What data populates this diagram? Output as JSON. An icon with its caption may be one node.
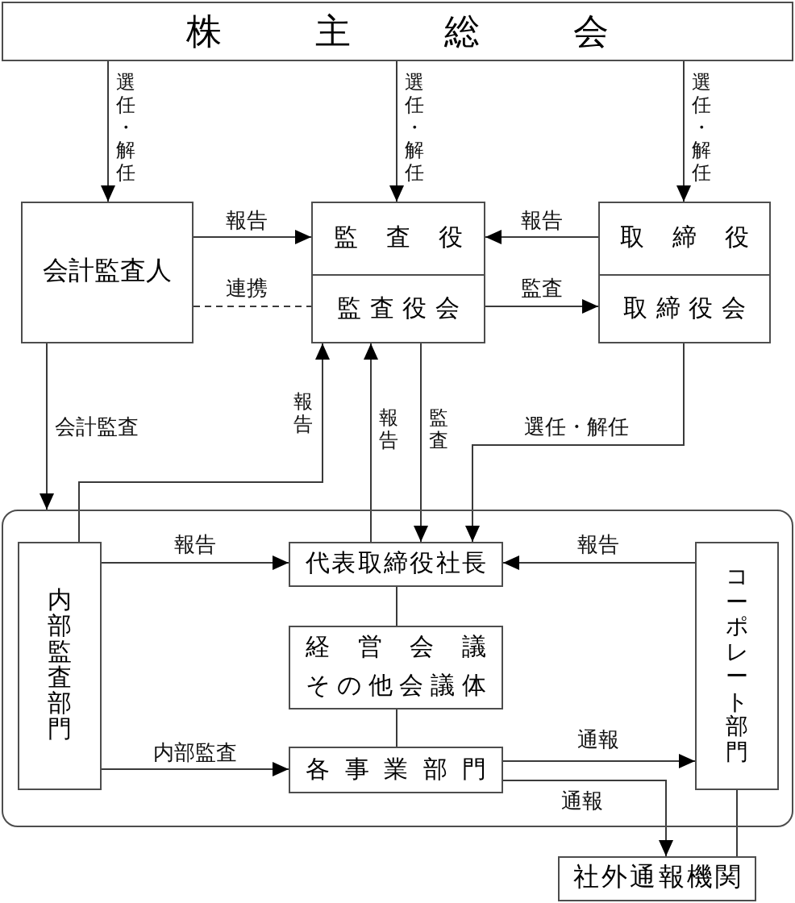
{
  "diagram": {
    "nodes": [
      {
        "text": [
          "株主総会"
        ]
      },
      {
        "text": [
          "会計監査人"
        ]
      },
      {
        "text": [
          "監査役"
        ]
      },
      {
        "text": [
          "監査役会"
        ]
      },
      {
        "text": [
          "取締役"
        ]
      },
      {
        "text": [
          "取締役会"
        ]
      },
      {
        "text": [],
        "shape": "box"
      },
      {
        "text": [
          "内部監査部門"
        ],
        "in": 6
      },
      {
        "text": [
          "代表取締役社長"
        ],
        "in": 6
      },
      {
        "text": [
          "経営会議",
          "その他会議体"
        ],
        "in": 6
      },
      {
        "text": [
          "各事業部門"
        ],
        "in": 6
      },
      {
        "text": [
          "コーポレート部門"
        ],
        "in": 6
      },
      {
        "text": [
          "社外通報機関"
        ]
      }
    ],
    "edges": [
      {
        "from": 0,
        "to": 1,
        "arrow": "to",
        "label": "選任・解任"
      },
      {
        "from": 0,
        "to": 2,
        "arrow": "to",
        "label": "選任・解任"
      },
      {
        "from": 0,
        "to": 4,
        "arrow": "to",
        "label": "選任・解任"
      },
      {
        "from": 1,
        "to": 2,
        "arrow": "to",
        "label": "報告"
      },
      {
        "from": 1,
        "to": 3,
        "arrow": "none",
        "label": "連携",
        "style": "dashed"
      },
      {
        "from": 4,
        "to": 2,
        "arrow": "to",
        "label": "報告"
      },
      {
        "from": 3,
        "to": 5,
        "arrow": "to",
        "label": "監査"
      },
      {
        "from": 1,
        "to": 6,
        "arrow": "to",
        "label": "会計監査"
      },
      {
        "from": 7,
        "to": 3,
        "arrow": "to",
        "label": "報告"
      },
      {
        "from": 8,
        "to": 3,
        "arrow": "to",
        "label": "報告"
      },
      {
        "from": 3,
        "to": 8,
        "arrow": "to",
        "label": "監査"
      },
      {
        "from": 5,
        "to": 8,
        "arrow": "to",
        "label": "選任・解任"
      },
      {
        "from": 7,
        "to": 8,
        "arrow": "to",
        "label": "報告"
      },
      {
        "from": 11,
        "to": 8,
        "arrow": "to",
        "label": "報告"
      },
      {
        "from": 8,
        "to": 9,
        "arrow": "none"
      },
      {
        "from": 9,
        "to": 10,
        "arrow": "none"
      },
      {
        "from": 7,
        "to": 10,
        "arrow": "to",
        "label": "内部監査"
      },
      {
        "from": 10,
        "to": 11,
        "arrow": "to",
        "label": "通報"
      },
      {
        "from": 10,
        "to": 12,
        "arrow": "to",
        "label": "通報"
      },
      {
        "from": 11,
        "to": 12,
        "arrow": "none"
      }
    ]
  }
}
